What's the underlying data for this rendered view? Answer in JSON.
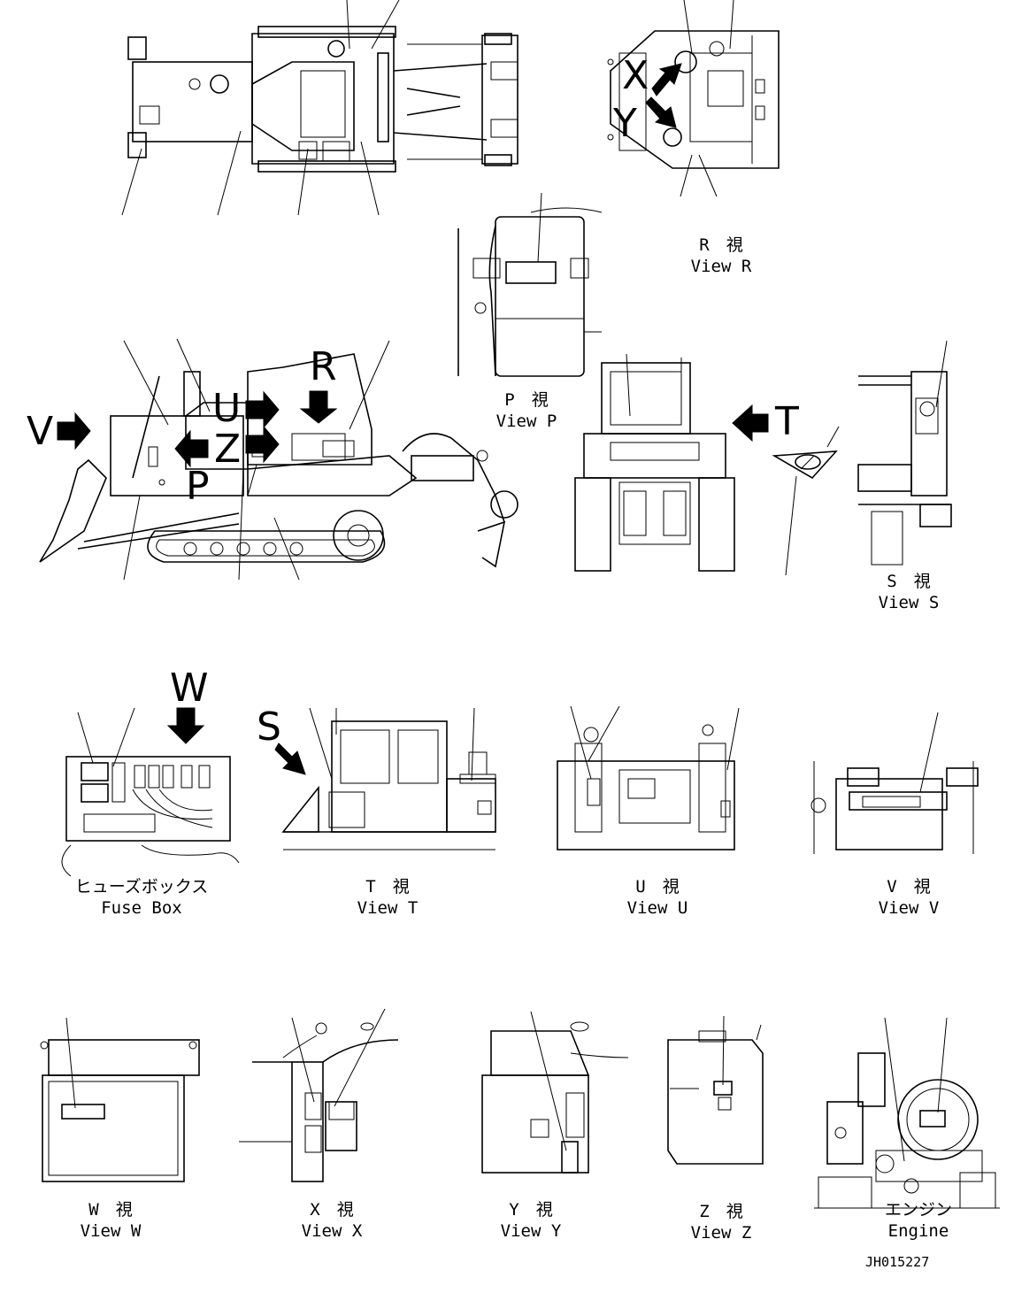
{
  "labels": {
    "view_r": {
      "jp": "R　視",
      "en": "View R"
    },
    "view_p": {
      "jp": "P　視",
      "en": "View P"
    },
    "view_s": {
      "jp": "S　視",
      "en": "View S"
    },
    "fuse_box": {
      "jp": "ヒューズボックス",
      "en": "Fuse Box"
    },
    "view_t": {
      "jp": "T　視",
      "en": "View T"
    },
    "view_u": {
      "jp": "U　視",
      "en": "View U"
    },
    "view_v": {
      "jp": "V　視",
      "en": "View V"
    },
    "view_w": {
      "jp": "W　視",
      "en": "View W"
    },
    "view_x": {
      "jp": "X　視",
      "en": "View X"
    },
    "view_y": {
      "jp": "Y　視",
      "en": "View Y"
    },
    "view_z": {
      "jp": "Z　視",
      "en": "View Z"
    },
    "engine": {
      "jp": "エンジン",
      "en": "Engine"
    }
  },
  "view_arrows": {
    "v": "V",
    "u": "U",
    "z": "Z",
    "p": "P",
    "r": "R",
    "t": "T",
    "w": "W",
    "s": "S",
    "x": "X",
    "y": "Y"
  },
  "drawing_code": "JH015227"
}
